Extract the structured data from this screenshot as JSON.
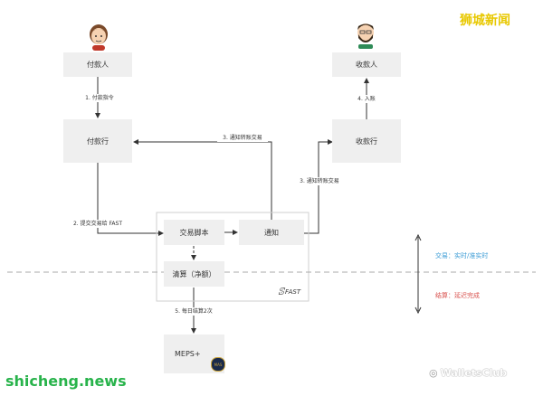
{
  "watermark_top": "狮城新闻",
  "watermark_bottom_left": "shicheng.news",
  "watermark_bottom_right": "WalletsClub",
  "nodes": {
    "payer": "付款人",
    "payee": "收款人",
    "payer_bank": "付款行",
    "payee_bank": "收款行",
    "trading_engine": "交易脚本",
    "notify": "通知",
    "clearing": "清算（净额）",
    "meps": "MEPS+"
  },
  "edges": {
    "payment_instruction": "1. 付款指令",
    "submit_to_fast": "2. 提交交易给 FAST",
    "notify_payer_bank": "3. 通知转账交易",
    "notify_payee_bank": "3. 通知转账交易",
    "credit": "4. 入账",
    "daily_settlement": "5. 每日结算2次"
  },
  "fast_logo": "FAST",
  "mas_badge": "MAS",
  "legend": {
    "realtime": "交易：实时/准实时",
    "delayed": "结算：延迟完成"
  },
  "colors": {
    "box": "#efefef",
    "realtime": "#3a9bd5",
    "delayed": "#d9534f",
    "watermark_yellow": "#e8c800",
    "watermark_green": "#28b34b"
  }
}
